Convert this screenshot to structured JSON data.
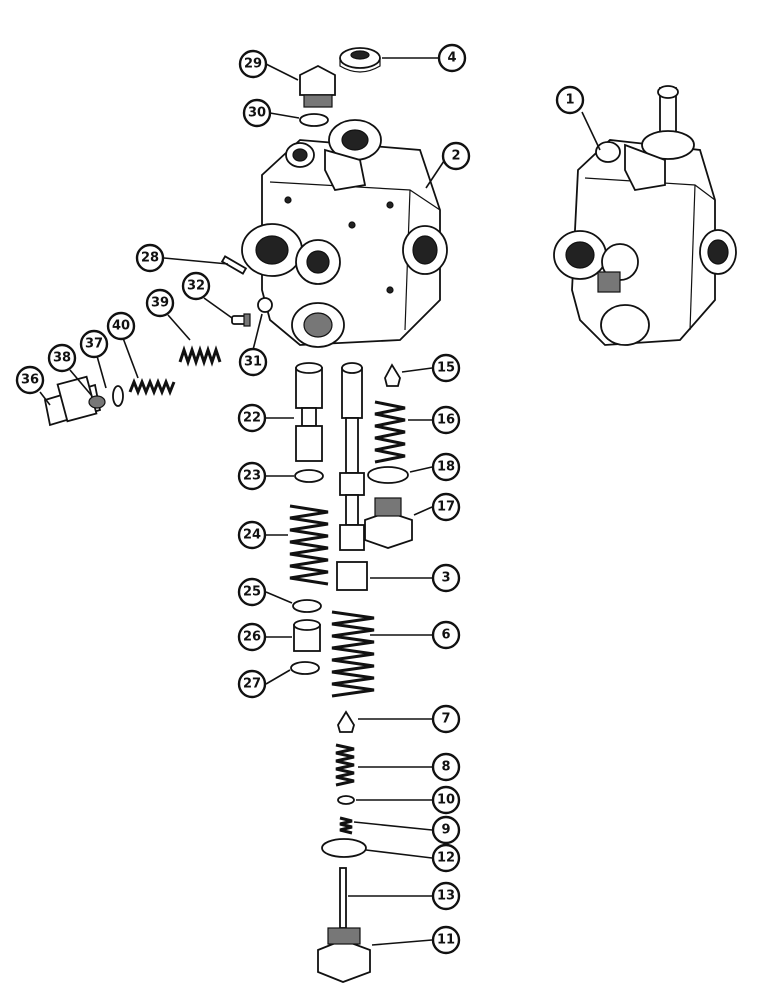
{
  "callouts": {
    "c1": "1",
    "c2": "2",
    "c3": "3",
    "c4": "4",
    "c6": "6",
    "c7": "7",
    "c8": "8",
    "c9": "9",
    "c10": "10",
    "c11": "11",
    "c12": "12",
    "c13": "13",
    "c15": "15",
    "c16": "16",
    "c17": "17",
    "c18": "18",
    "c22": "22",
    "c23": "23",
    "c24": "24",
    "c25": "25",
    "c26": "26",
    "c27": "27",
    "c28": "28",
    "c29": "29",
    "c30": "30",
    "c31": "31",
    "c32": "32",
    "c36": "36",
    "c37": "37",
    "c38": "38",
    "c39": "39",
    "c40": "40"
  }
}
